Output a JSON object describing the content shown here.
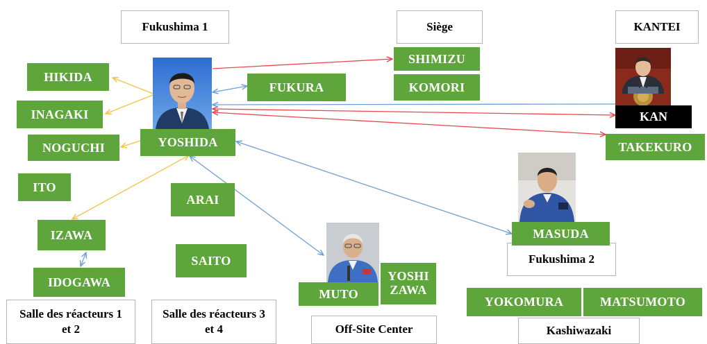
{
  "colors": {
    "green": "#5ea63b",
    "yellow_arrow": "#f5c242",
    "red_arrow": "#e8484d",
    "blue_arrow": "#6f9fd6"
  },
  "groups": {
    "fukushima1": "Fukushima 1",
    "siege": "Siège",
    "kantei": "KANTEI",
    "fukushima2": "Fukushima 2",
    "salle12": "Salle des réacteurs 1 et 2",
    "salle34": "Salle des réacteurs 3 et 4",
    "offsite": "Off-Site Center",
    "kashiwazaki": "Kashiwazaki"
  },
  "people": {
    "hikida": "HIKIDA",
    "inagaki": "INAGAKI",
    "noguchi": "NOGUCHI",
    "ito": "ITO",
    "izawa": "IZAWA",
    "idogawa": "IDOGAWA",
    "yoshida": "YOSHIDA",
    "arai": "ARAI",
    "saito": "SAITO",
    "fukura": "FUKURA",
    "shimizu": "SHIMIZU",
    "komori": "KOMORI",
    "kan": "KAN",
    "takekuro": "TAKEKURO",
    "masuda": "MASUDA",
    "muto": "MUTO",
    "yoshizawa": "YOSHI ZAWA",
    "yokomura": "YOKOMURA",
    "matsumoto": "MATSUMOTO"
  },
  "photos": [
    "yoshida-portrait",
    "kan-portrait",
    "masuda-portrait",
    "muto-portrait"
  ]
}
